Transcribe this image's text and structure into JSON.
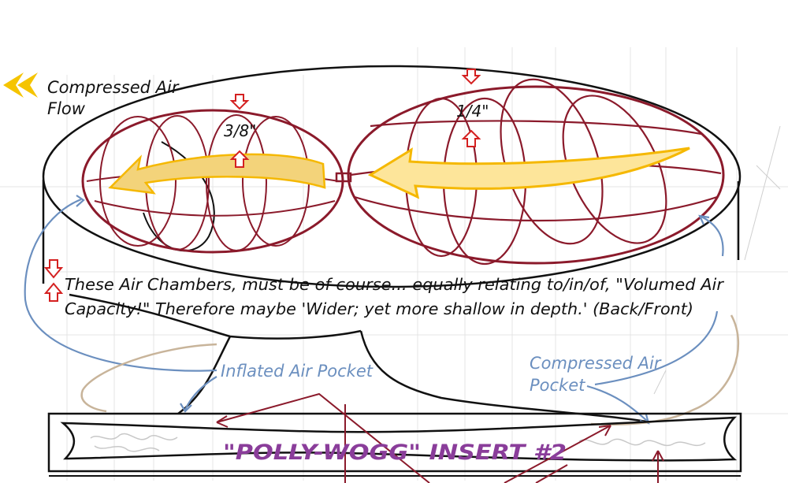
{
  "legend": {
    "line1": "Compressed Air",
    "line2": "Flow",
    "arrow_color": "#f5c400"
  },
  "measurements": {
    "left_chamber": "3/8\"",
    "right_chamber": "1/4\""
  },
  "note": {
    "line1": "These Air Chambers, must be of course... equally relating to/in/of, \"Volumed Air",
    "line2": "Capacity!\" Therefore maybe 'Wider; yet more shallow in depth.' (Back/Front)"
  },
  "callouts": {
    "inflated_pocket": "Inflated Air Pocket",
    "compressed_pocket_1": "Compressed Air",
    "compressed_pocket_2": "Pocket"
  },
  "insert_title": "\"POLLY-WOGG\" INSERT #2",
  "colors": {
    "chamber": "#8b1a2b",
    "outline": "#111111",
    "callout_blue": "#6b8fbf",
    "title_purple": "#8a3d9a",
    "marker_red": "#d42020",
    "tan": "#c8b49a",
    "flow_fill": "#f3d37a"
  }
}
